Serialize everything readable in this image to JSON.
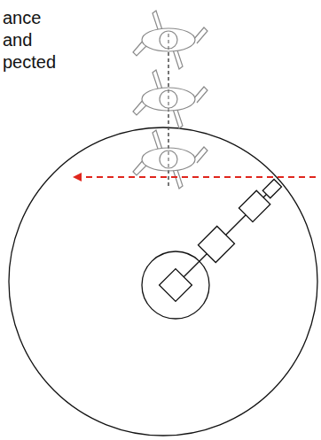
{
  "diagram": {
    "labels": [
      "ance",
      "and",
      "pected"
    ]
  }
}
